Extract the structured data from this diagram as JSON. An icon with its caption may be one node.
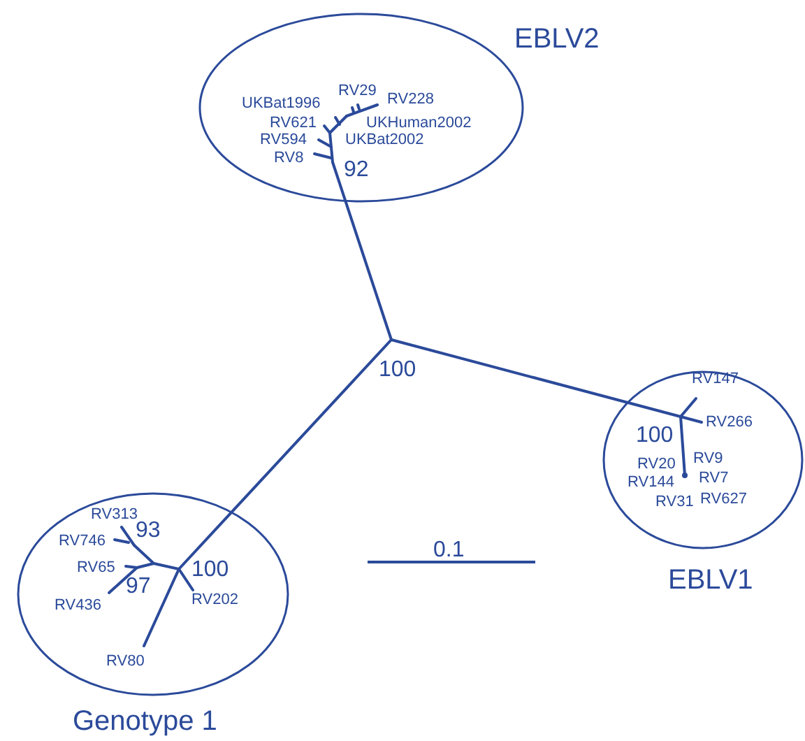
{
  "diagram": {
    "nodes": [
      {
        "text": [
          "EBLV2"
        ]
      },
      {
        "text": [
          "EBLV1"
        ]
      },
      {
        "text": [
          "Genotype 1"
        ]
      }
    ],
    "edges": [],
    "labels": [
      "RV29",
      "RV228",
      "UKBat1996",
      "UKHuman2002",
      "RV621",
      "UKBat2002",
      "RV594",
      "RV8",
      "92",
      "100",
      "RV147",
      "RV266",
      "100",
      "RV20",
      "RV9",
      "RV144",
      "RV7",
      "RV31",
      "RV627",
      "0.1",
      "RV313",
      "93",
      "RV746",
      "RV65",
      "100",
      "97",
      "RV436",
      "RV202",
      "RV80"
    ]
  }
}
